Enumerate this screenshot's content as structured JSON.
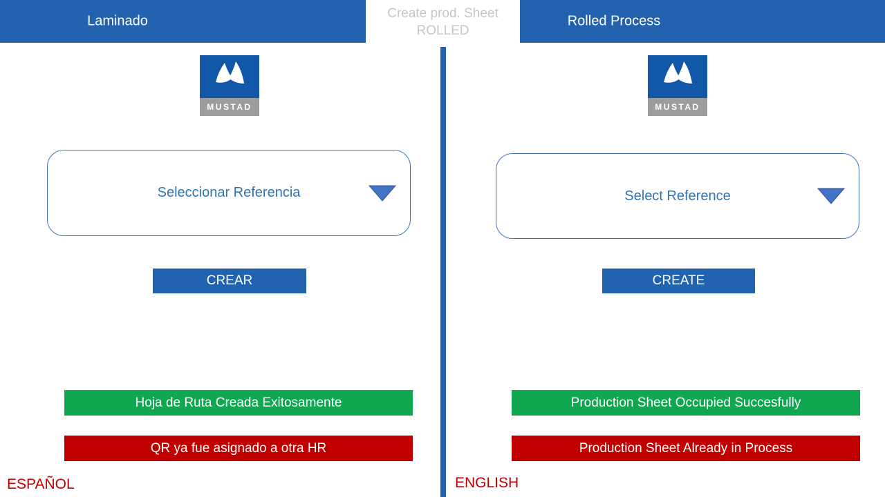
{
  "header": {
    "left_tab": "Laminado",
    "center_tab_line1": "Create prod. Sheet",
    "center_tab_line2": "ROLLED",
    "right_tab": "Rolled Process"
  },
  "colors": {
    "header_blue": "#2262AE",
    "button_blue": "#2163AE",
    "accent_blue": "#4472C4",
    "accent_blue_dark": "#2F5597",
    "dropdown_text_blue": "#2E74B5",
    "success_green": "#0FA750",
    "error_red": "#C00000",
    "label_red": "#C00000",
    "inactive_gray": "#C5C6C7",
    "logo_blue": "#1159A8",
    "logo_gray": "#9B9D9F"
  },
  "panels": {
    "spanish": {
      "logo_text": "MUSTAD",
      "dropdown_label": "Seleccionar Referencia",
      "create_button": "CREAR",
      "success_message": "Hoja de Ruta Creada Exitosamente",
      "error_message": "QR ya fue asignado a otra HR",
      "language_label": "ESPAÑOL"
    },
    "english": {
      "logo_text": "MUSTAD",
      "dropdown_label": "Select Reference",
      "create_button": "CREATE",
      "success_message": "Production Sheet Occupied Succesfully",
      "error_message": "Production Sheet Already in Process",
      "language_label": "ENGLISH"
    }
  }
}
